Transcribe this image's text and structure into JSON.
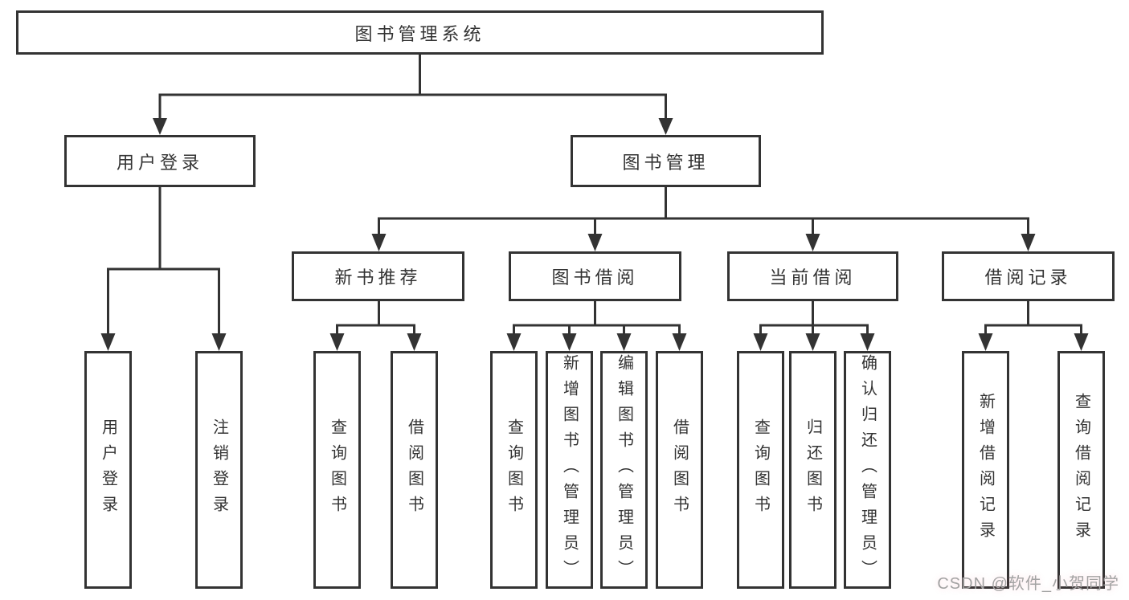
{
  "watermark": "CSDN @软件_小贺同学",
  "colors": {
    "line": "#333333",
    "text": "#333333",
    "node_fill": "#ffffff",
    "watermark": "#a3a3a3"
  },
  "tree": {
    "label": "图书管理系统",
    "children": [
      {
        "label": "用户登录",
        "children": [
          {
            "label": "用户登录"
          },
          {
            "label": "注销登录"
          }
        ]
      },
      {
        "label": "图书管理",
        "children": [
          {
            "label": "新书推荐",
            "children": [
              {
                "label": "查询图书"
              },
              {
                "label": "借阅图书"
              }
            ]
          },
          {
            "label": "图书借阅",
            "children": [
              {
                "label": "查询图书"
              },
              {
                "label": "新增图书（管理员）"
              },
              {
                "label": "编辑图书（管理员）"
              },
              {
                "label": "借阅图书"
              }
            ]
          },
          {
            "label": "当前借阅",
            "children": [
              {
                "label": "查询图书"
              },
              {
                "label": "归还图书"
              },
              {
                "label": "确认归还（管理员）"
              }
            ]
          },
          {
            "label": "借阅记录",
            "children": [
              {
                "label": "新增借阅记录"
              },
              {
                "label": "查询借阅记录"
              }
            ]
          }
        ]
      }
    ]
  }
}
